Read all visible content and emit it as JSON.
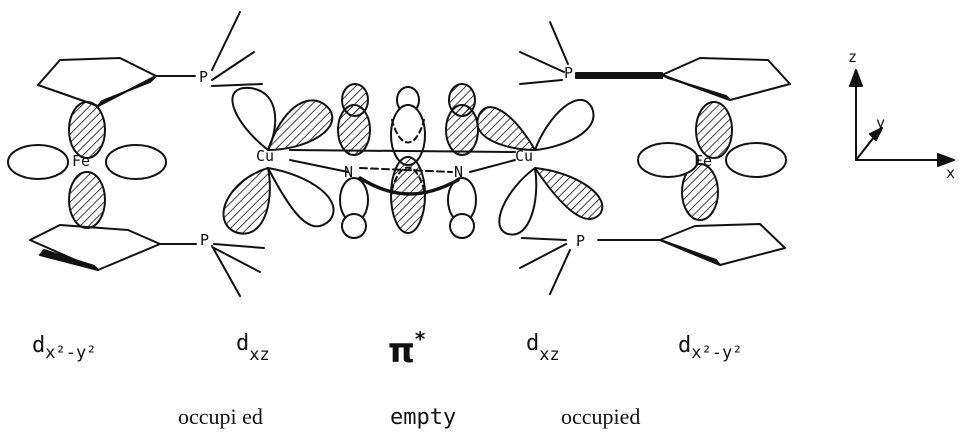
{
  "atoms": {
    "fe_left": "Fe",
    "fe_right": "Fe",
    "cu_left": "Cu",
    "cu_right": "Cu",
    "n_left": "N",
    "n_right": "N",
    "p_top_left": "P",
    "p_bottom_left": "P",
    "p_top_right": "P",
    "p_bottom_right": "P"
  },
  "axes": {
    "z": "z",
    "y": "y",
    "x": "x"
  },
  "orbital_labels": {
    "left_fe": {
      "main": "d",
      "sub": "x²-y²"
    },
    "left_cu": {
      "main": "d",
      "sub": "xz"
    },
    "bridge": {
      "main": "π",
      "sup": "*"
    },
    "right_cu": {
      "main": "d",
      "sub": "xz"
    },
    "right_fe": {
      "main": "d",
      "sub": "x²-y²"
    }
  },
  "occupancy": {
    "left": "occupi ed",
    "middle": "empty",
    "right": "occupied"
  }
}
